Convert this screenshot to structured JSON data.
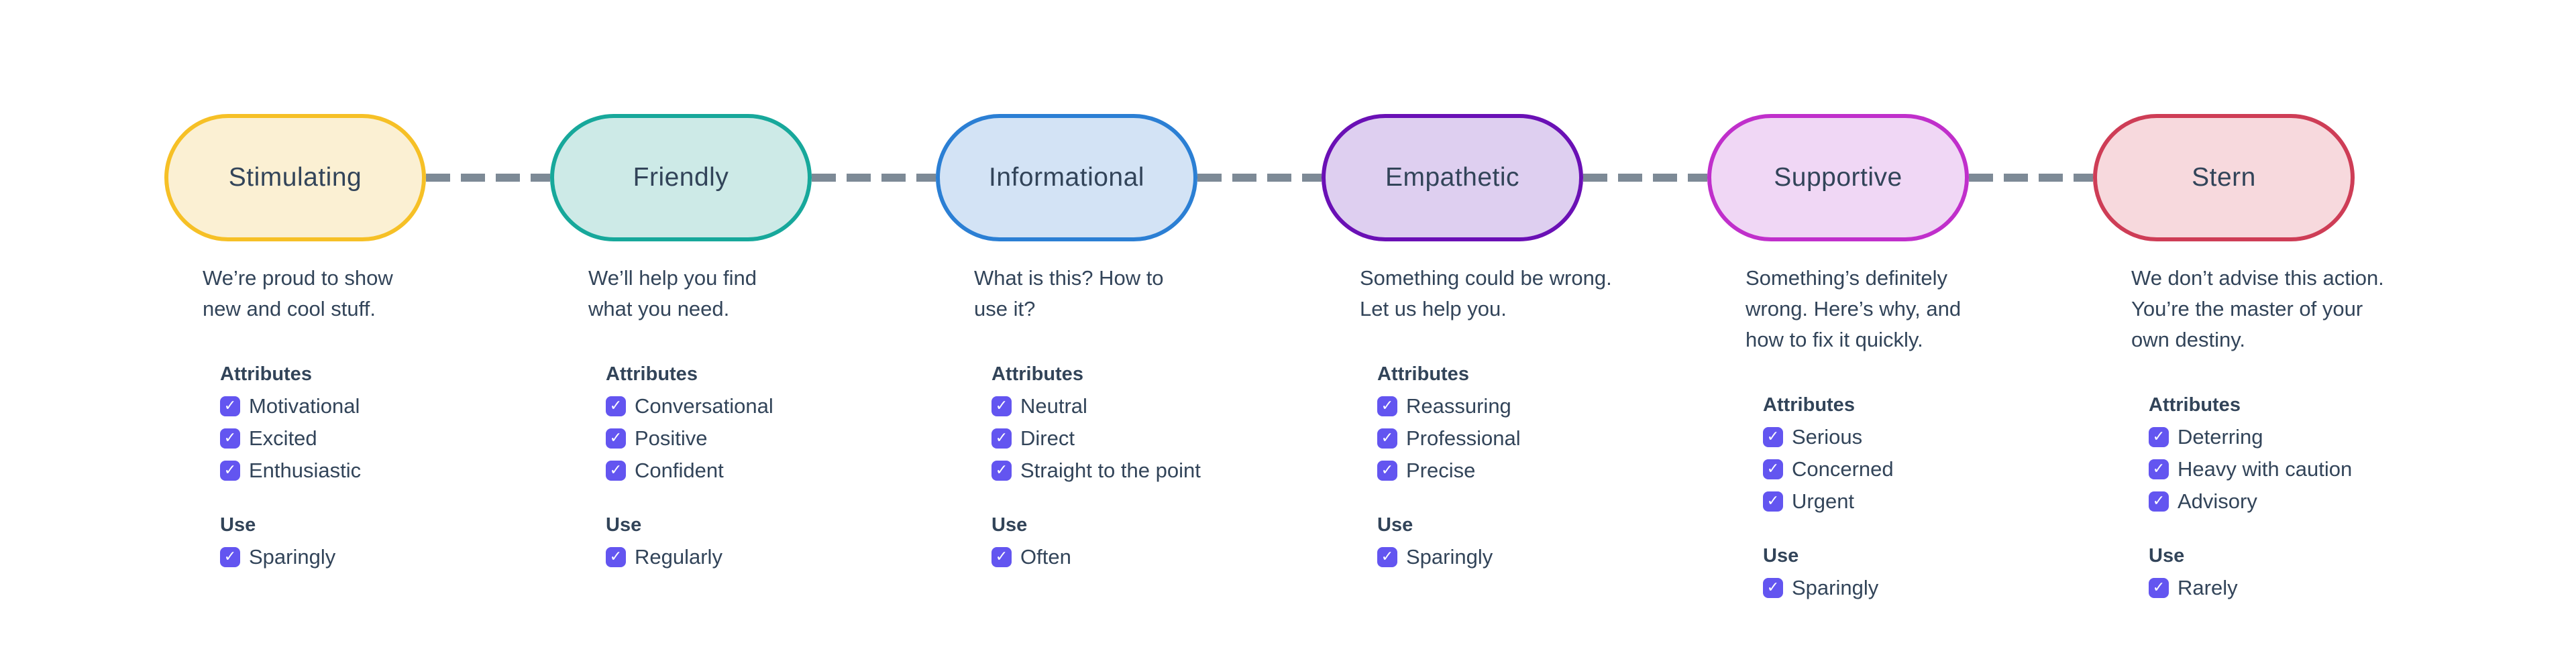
{
  "palette": {
    "background": "#FFFFFF",
    "text": "#324459",
    "connector": "#7D8A96",
    "checkbox": "#6355F0"
  },
  "icons": {
    "checkmark": "✓"
  },
  "columns": [
    {
      "title": "Stimulating",
      "border_color": "#F6C026",
      "fill_color": "#FBF0D3",
      "description_lines": [
        "We’re proud to show",
        "new and cool stuff."
      ],
      "attributes_heading": "Attributes",
      "attributes": [
        "Motivational",
        "Excited",
        "Enthusiastic"
      ],
      "use_heading": "Use",
      "use": [
        "Sparingly"
      ]
    },
    {
      "title": "Friendly",
      "border_color": "#17A89B",
      "fill_color": "#CDEAE7",
      "description_lines": [
        "We’ll help you find",
        "what you need."
      ],
      "attributes_heading": "Attributes",
      "attributes": [
        "Conversational",
        "Positive",
        "Confident"
      ],
      "use_heading": "Use",
      "use": [
        "Regularly"
      ]
    },
    {
      "title": "Informational",
      "border_color": "#2B7FD4",
      "fill_color": "#D3E3F5",
      "description_lines": [
        "What is this? How to",
        "use it?"
      ],
      "attributes_heading": "Attributes",
      "attributes": [
        "Neutral",
        "Direct",
        "Straight to the point"
      ],
      "use_heading": "Use",
      "use": [
        "Often"
      ]
    },
    {
      "title": "Empathetic",
      "border_color": "#6A10B5",
      "fill_color": "#DECFF0",
      "description_lines": [
        "Something could be wrong.",
        "Let us help you."
      ],
      "attributes_heading": "Attributes",
      "attributes": [
        "Reassuring",
        "Professional",
        "Precise"
      ],
      "use_heading": "Use",
      "use": [
        "Sparingly"
      ]
    },
    {
      "title": "Supportive",
      "border_color": "#C02FCB",
      "fill_color": "#F0D7F5",
      "description_lines": [
        "Something’s definitely",
        "wrong. Here’s why, and",
        "how to fix it quickly."
      ],
      "attributes_heading": "Attributes",
      "attributes": [
        "Serious",
        "Concerned",
        "Urgent"
      ],
      "use_heading": "Use",
      "use": [
        "Sparingly"
      ]
    },
    {
      "title": "Stern",
      "border_color": "#CE3D56",
      "fill_color": "#F7D9DD",
      "description_lines": [
        "We don’t advise this action.",
        "You’re the master of your",
        "own destiny."
      ],
      "attributes_heading": "Attributes",
      "attributes": [
        "Deterring",
        "Heavy with caution",
        "Advisory"
      ],
      "use_heading": "Use",
      "use": [
        "Rarely"
      ]
    }
  ]
}
